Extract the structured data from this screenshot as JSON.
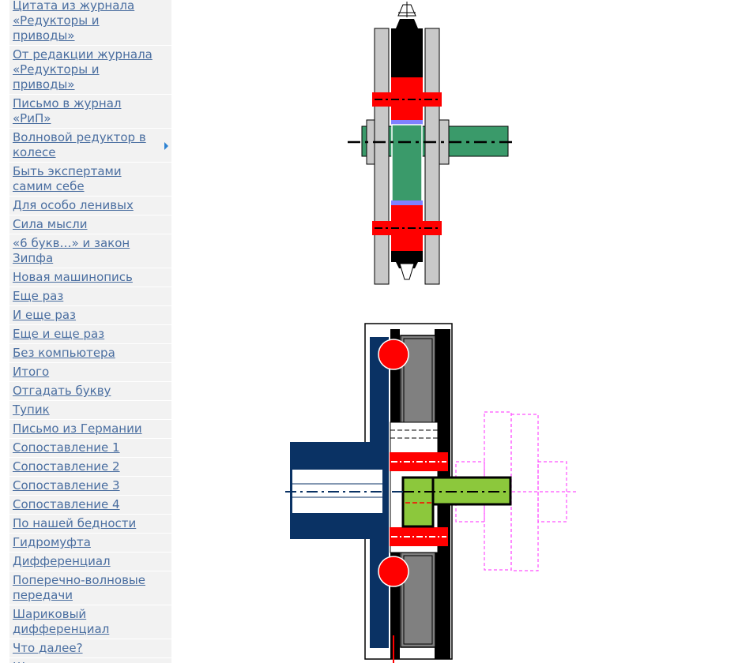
{
  "sidebar": {
    "items": [
      {
        "label": "Цитата из журнала «Редукторы и приводы»"
      },
      {
        "label": "От редакции журнала «Редукторы и приводы»"
      },
      {
        "label": "Письмо в журнал «РиП»"
      },
      {
        "label": "Волновой редуктор в колесе",
        "has_submenu": true
      },
      {
        "label": "Быть экспертами самим себе"
      },
      {
        "label": "Для особо ленивых"
      },
      {
        "label": "Сила мысли"
      },
      {
        "label": "«6 букв…» и закон Зипфа"
      },
      {
        "label": "Новая машинопись"
      },
      {
        "label": "Еще раз"
      },
      {
        "label": "И еще раз"
      },
      {
        "label": "Еще и еще раз"
      },
      {
        "label": "Без компьютера"
      },
      {
        "label": "Итого"
      },
      {
        "label": "Отгадать букву"
      },
      {
        "label": "Тупик"
      },
      {
        "label": "Письмо из Германии"
      },
      {
        "label": "Сопоставление 1"
      },
      {
        "label": "Сопоставление 2"
      },
      {
        "label": "Сопоставление 3"
      },
      {
        "label": "Сопоставление 4"
      },
      {
        "label": "По нашей бедности"
      },
      {
        "label": "Гидромуфта"
      },
      {
        "label": "Дифференциал"
      },
      {
        "label": "Поперечно-волновые передачи"
      },
      {
        "label": "Шариковый дифференциал"
      },
      {
        "label": "Что далее?"
      },
      {
        "label": "Шарикоподшипник-гидромотор"
      }
    ]
  },
  "colors": {
    "link": "#4a6ea0",
    "sidebar_bg": "#f2f2f2",
    "submenu_arrow": "#2d82d2",
    "grey_part": "#c8c8c8",
    "red_part": "#ff0000",
    "green_part": "#3a9a6a",
    "lime_part": "#8cc83c",
    "navy_part": "#0a3264",
    "dark_grey_part": "#808080",
    "magenta_outline": "#ff50ff"
  },
  "icons": {
    "submenu_indicator": "chevron-right-icon"
  }
}
